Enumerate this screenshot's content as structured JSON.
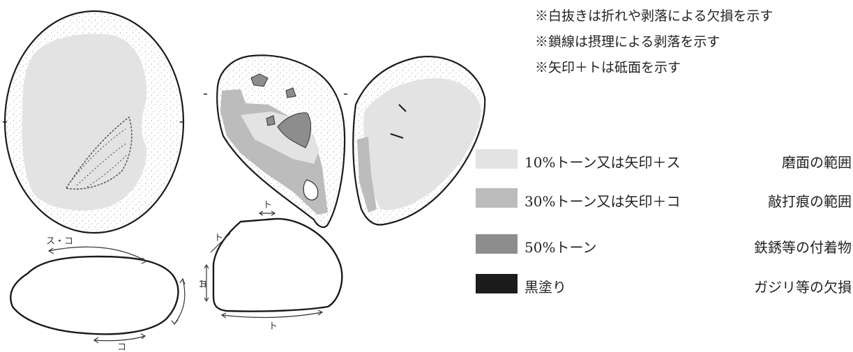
{
  "notes": [
    "※白抜きは折れや剥落による欠損を示す",
    "※鎖線は摂理による剥落を示す",
    "※矢印＋トは砥面を示す"
  ],
  "legend": [
    {
      "tone": "10%トーン又は矢印＋ス",
      "meaning": "磨面の範囲",
      "color": "#e3e3e3"
    },
    {
      "tone": "30%トーン又は矢印＋コ",
      "meaning": "敲打痕の範囲",
      "color": "#bcbcbc"
    },
    {
      "tone": "50%トーン",
      "meaning": "鉄銹等の付着物",
      "color": "#8d8d8d"
    },
    {
      "tone": "黒塗り",
      "meaning": "ガジリ等の欠損",
      "color": "#1c1c1c"
    }
  ],
  "section_labels": {
    "top_left": "ス・コ",
    "right_left": "コ",
    "bottom_left": "コ",
    "top_right": "ト",
    "upper_left_right": "ト",
    "mid_left_right": "ト",
    "bottom_right": "ト"
  }
}
